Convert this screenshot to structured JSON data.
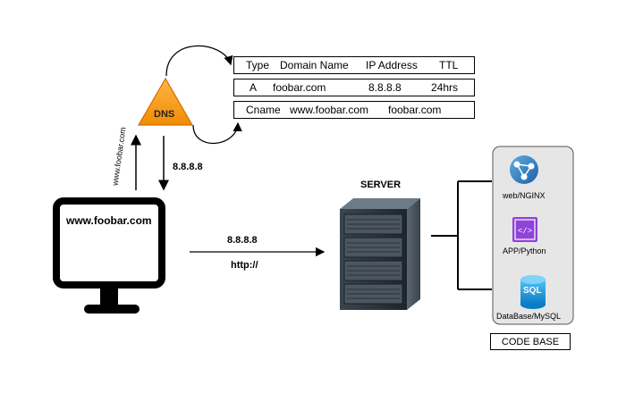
{
  "dns": {
    "label": "DNS",
    "records_header": {
      "type": "Type",
      "domain": "Domain Name",
      "ip": "IP Address",
      "ttl": "TTL"
    },
    "record_a": {
      "type": "A",
      "domain": "foobar.com",
      "ip": "8.8.8.8",
      "ttl": "24hrs"
    },
    "record_cname": {
      "type": "Cname",
      "domain": "www.foobar.com",
      "target": "foobar.com"
    }
  },
  "client": {
    "screen_text": "www.foobar.com",
    "query_label": "www.foobar.com",
    "response_label": "8.8.8.8"
  },
  "request": {
    "ip_label": "8.8.8.8",
    "protocol_label": "http://"
  },
  "server": {
    "label": "SERVER"
  },
  "codebase": {
    "title": "CODE BASE",
    "items": [
      {
        "label": "web/NGINX",
        "icon": "web-globe-icon"
      },
      {
        "label": "APP/Python",
        "icon": "app-code-icon"
      },
      {
        "label": "DataBase/MySQL",
        "icon": "sql-database-icon",
        "badge": "SQL"
      }
    ]
  },
  "colors": {
    "dns_fill": "#F5A623",
    "dns_stroke": "#E07B00",
    "web_icon": "#2E86DE",
    "app_icon": "#7E3FD1",
    "sql_icon": "#1BA3E8",
    "panel_bg": "#E6E6E6"
  }
}
